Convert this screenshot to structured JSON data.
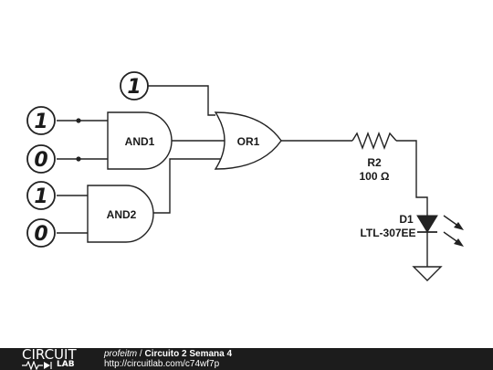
{
  "inputs": {
    "top": "1",
    "and1_a": "1",
    "and1_b": "0",
    "and2_a": "1",
    "and2_b": "0"
  },
  "gates": {
    "and1": "AND1",
    "and2": "AND2",
    "or1": "OR1"
  },
  "resistor": {
    "name": "R2",
    "value": "100 Ω"
  },
  "diode": {
    "name": "D1",
    "part": "LTL-307EE"
  },
  "footer": {
    "brand_top": "CIRCUIT",
    "brand_bottom": "LAB",
    "author": "profeitm",
    "separator": " / ",
    "title": "Circuito 2 Semana 4",
    "url": "http://circuitlab.com/c74wf7p"
  },
  "colors": {
    "wire": "#222222",
    "footer_bg": "#1c1c1c"
  }
}
